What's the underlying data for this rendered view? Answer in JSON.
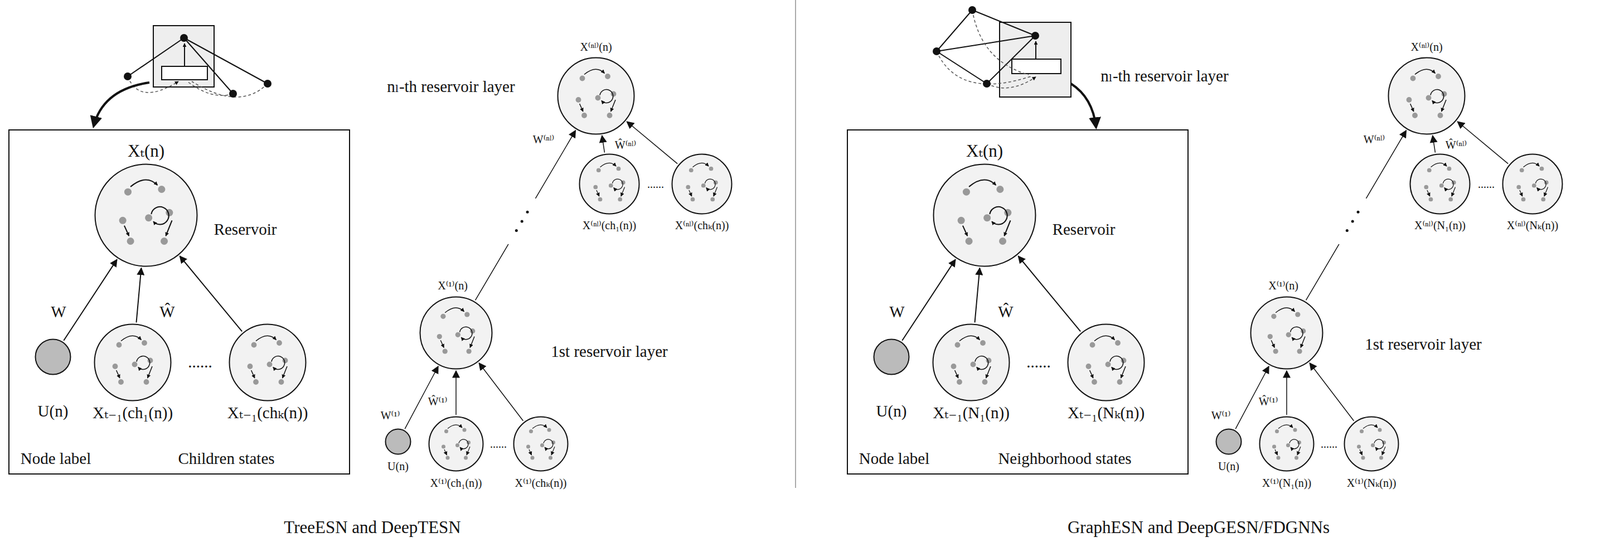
{
  "diagram": {
    "nodes": [
      {
        "text": [
          "Node label",
          "Children states"
        ]
      },
      {
        "text": [
          "Xₜ(n)",
          "Reservoir"
        ],
        "in": 0
      },
      {
        "text": [
          "U(n)"
        ],
        "in": 0
      },
      {
        "text": [
          "Xₜ₋₁(ch₁(n))"
        ],
        "in": 0
      },
      {
        "text": [
          "Xₜ₋₁(chₖ(n))"
        ],
        "in": 0
      },
      {
        "text": [
          "X⁽¹⁾(n)"
        ]
      },
      {
        "text": [
          "U(n)"
        ]
      },
      {
        "text": [
          "X⁽¹⁾(ch₁(n))"
        ]
      },
      {
        "text": [
          "X⁽¹⁾(chₖ(n))"
        ]
      },
      {
        "text": [
          "X⁽ⁿˡ⁾(n)"
        ]
      },
      {
        "text": [
          "X⁽ⁿˡ⁾(ch₁(n))"
        ]
      },
      {
        "text": [
          "X⁽ⁿˡ⁾(chₖ(n))"
        ]
      },
      {
        "text": [
          "Node label",
          "Neighborhood states"
        ]
      },
      {
        "text": [
          "Xₜ(n)",
          "Reservoir"
        ],
        "in": 12
      },
      {
        "text": [
          "U(n)"
        ],
        "in": 12
      },
      {
        "text": [
          "Xₜ₋₁(N₁(n))"
        ],
        "in": 12
      },
      {
        "text": [
          "Xₜ₋₁(Nₖ(n))"
        ],
        "in": 12
      },
      {
        "text": [
          "X⁽¹⁾(n)"
        ]
      },
      {
        "text": [
          "U(n)"
        ]
      },
      {
        "text": [
          "X⁽¹⁾(N₁(n))"
        ]
      },
      {
        "text": [
          "X⁽¹⁾(Nₖ(n))"
        ]
      },
      {
        "text": [
          "X⁽ⁿˡ⁾(n)"
        ]
      },
      {
        "text": [
          "X⁽ⁿˡ⁾(N₁(n))"
        ]
      },
      {
        "text": [
          "X⁽ⁿˡ⁾(Nₖ(n))"
        ]
      }
    ],
    "edges": [
      {
        "from": 2,
        "to": 1,
        "label": "W",
        "arrow": "to"
      },
      {
        "from": 3,
        "to": 1,
        "label": "Ŵ",
        "arrow": "to"
      },
      {
        "from": 4,
        "to": 1,
        "arrow": "to"
      },
      {
        "from": 6,
        "to": 5,
        "label": "W⁽¹⁾",
        "arrow": "to"
      },
      {
        "from": 7,
        "to": 5,
        "label": "Ŵ⁽¹⁾",
        "arrow": "to"
      },
      {
        "from": 8,
        "to": 5,
        "arrow": "to"
      },
      {
        "from": 5,
        "to": 9,
        "label": "W⁽ⁿˡ⁾",
        "arrow": "to"
      },
      {
        "from": 10,
        "to": 9,
        "label": "Ŵ⁽ⁿˡ⁾",
        "arrow": "to"
      },
      {
        "from": 11,
        "to": 9,
        "arrow": "to"
      },
      {
        "from": 14,
        "to": 13,
        "label": "W",
        "arrow": "to"
      },
      {
        "from": 15,
        "to": 13,
        "label": "Ŵ",
        "arrow": "to"
      },
      {
        "from": 16,
        "to": 13,
        "arrow": "to"
      },
      {
        "from": 18,
        "to": 17,
        "label": "W⁽¹⁾",
        "arrow": "to"
      },
      {
        "from": 19,
        "to": 17,
        "label": "Ŵ⁽¹⁾",
        "arrow": "to"
      },
      {
        "from": 20,
        "to": 17,
        "arrow": "to"
      },
      {
        "from": 17,
        "to": 21,
        "label": "W⁽ⁿˡ⁾",
        "arrow": "to"
      },
      {
        "from": 22,
        "to": 21,
        "label": "Ŵ⁽ⁿˡ⁾",
        "arrow": "to"
      },
      {
        "from": 23,
        "to": 21,
        "arrow": "to"
      }
    ],
    "labels": [
      "nₗ-th reservoir layer",
      "1st reservoir layer",
      "......",
      "......",
      "......",
      "TreeESN and DeepTESN",
      "nₗ-th reservoir layer",
      "1st reservoir layer",
      "......",
      "......",
      "......",
      "GraphESN and DeepGESN/FDGNNs"
    ]
  }
}
